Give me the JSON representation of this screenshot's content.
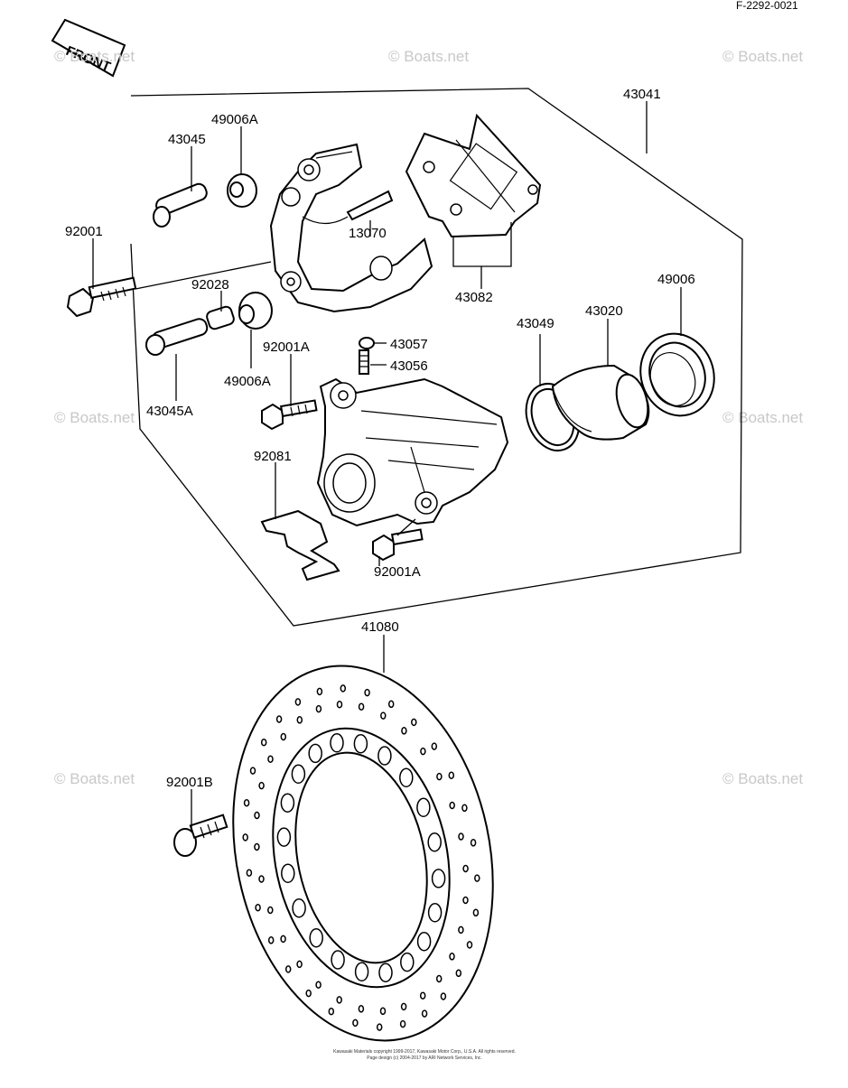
{
  "diagram": {
    "ref_number": "F-2292-0021",
    "front_label": "FRONT",
    "watermark_text": "© Boats.net",
    "copyright_lines": [
      "Kawasaki Materials copyright 1999-2017, Kawasaki Motor Corp., U.S.A. All rights reserved.",
      "Page design (c) 2004-2017 by ARI Network Services, Inc."
    ],
    "parts": [
      {
        "id": "p43041",
        "number": "43041"
      },
      {
        "id": "p49006A-top",
        "number": "49006A"
      },
      {
        "id": "p43045",
        "number": "43045"
      },
      {
        "id": "p13070",
        "number": "13070"
      },
      {
        "id": "p92001",
        "number": "92001"
      },
      {
        "id": "p92028",
        "number": "92028"
      },
      {
        "id": "p43082",
        "number": "43082"
      },
      {
        "id": "p49006",
        "number": "49006"
      },
      {
        "id": "p43049",
        "number": "43049"
      },
      {
        "id": "p43020",
        "number": "43020"
      },
      {
        "id": "p43057",
        "number": "43057"
      },
      {
        "id": "p43056",
        "number": "43056"
      },
      {
        "id": "p92001A-top",
        "number": "92001A"
      },
      {
        "id": "p49006A-bottom",
        "number": "49006A"
      },
      {
        "id": "p43045A",
        "number": "43045A"
      },
      {
        "id": "p92081",
        "number": "92081"
      },
      {
        "id": "p92001A-bottom",
        "number": "92001A"
      },
      {
        "id": "p41080",
        "number": "41080"
      },
      {
        "id": "p92001B",
        "number": "92001B"
      }
    ]
  }
}
